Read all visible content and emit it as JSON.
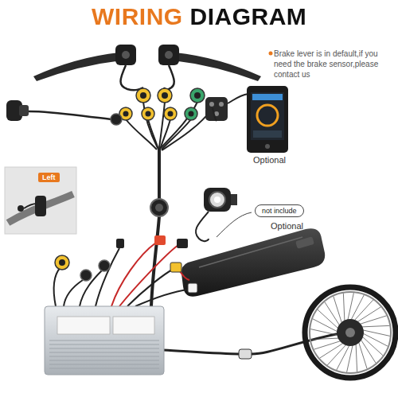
{
  "diagram": {
    "title": "WIRING DIAGRAM",
    "nodes": [
      {
        "text": [
          "not include"
        ]
      }
    ],
    "labels": [
      "Brake lever is in default,if you need the brake sensor,please contact us",
      "Optional",
      "Left",
      "Optional"
    ]
  }
}
